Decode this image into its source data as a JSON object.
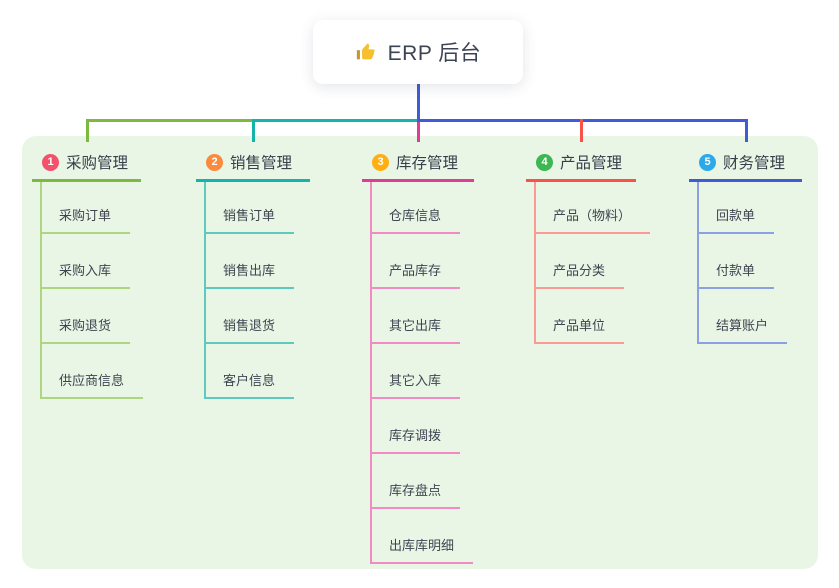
{
  "root": {
    "label": "ERP 后台",
    "icon": "thumbs-up-icon",
    "icon_color": "#f5c02c",
    "connector_color": "#3f5bd6"
  },
  "panel": {
    "background": "#e9f6e6"
  },
  "branches": [
    {
      "number": "1",
      "title": "采购管理",
      "badge_color": "#f4516c",
      "line_color": "#7cb93f",
      "child_line_color": "#aed581",
      "children": [
        "采购订单",
        "采购入库",
        "采购退货",
        "供应商信息"
      ]
    },
    {
      "number": "2",
      "title": "销售管理",
      "badge_color": "#fb8a3c",
      "line_color": "#16b3aa",
      "child_line_color": "#5fc9c0",
      "children": [
        "销售订单",
        "销售出库",
        "销售退货",
        "客户信息"
      ]
    },
    {
      "number": "3",
      "title": "库存管理",
      "badge_color": "#ffaf0f",
      "line_color": "#de3d96",
      "child_line_color": "#f08bc3",
      "children": [
        "仓库信息",
        "产品库存",
        "其它出库",
        "其它入库",
        "库存调拨",
        "库存盘点",
        "出库库明细"
      ]
    },
    {
      "number": "4",
      "title": "产品管理",
      "badge_color": "#3db752",
      "line_color": "#f8534b",
      "child_line_color": "#fa9a92",
      "children": [
        "产品（物料）",
        "产品分类",
        "产品单位"
      ]
    },
    {
      "number": "5",
      "title": "财务管理",
      "badge_color": "#2ba9e8",
      "line_color": "#3f5bd6",
      "child_line_color": "#8da0df",
      "children": [
        "回款单",
        "付款单",
        "结算账户"
      ]
    }
  ]
}
